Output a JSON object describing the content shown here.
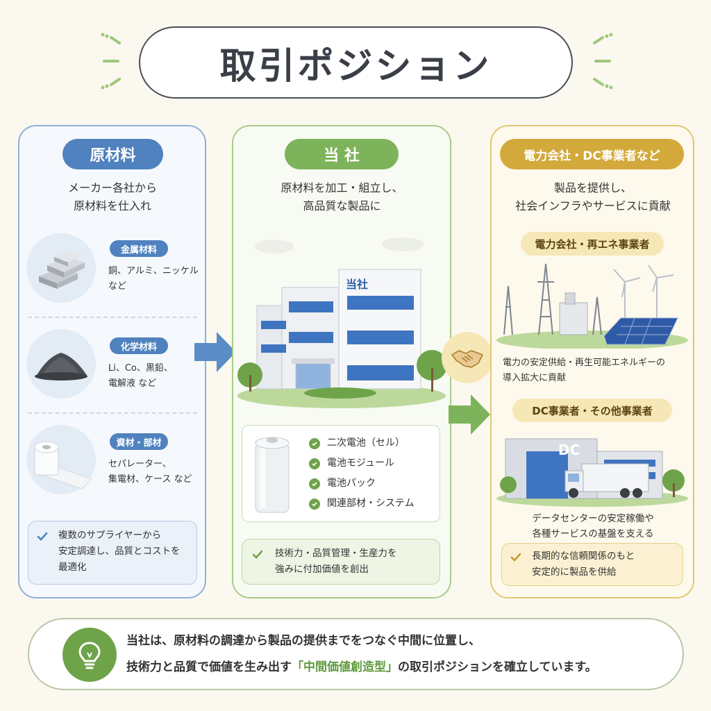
{
  "title": "取引ポジション",
  "columns": {
    "raw": {
      "label": "原材料",
      "desc_1": "メーカー各社から",
      "desc_2": "原材料を仕入れ",
      "items": [
        {
          "label": "金属材料",
          "text_1": "銅、アルミ、ニッケル",
          "text_2": "など"
        },
        {
          "label": "化学材料",
          "text_1": "Li、Co、黒鉛、",
          "text_2": "電解液 など"
        },
        {
          "label": "資材・部材",
          "text_1": "セパレーター、",
          "text_2": "集電材、ケース など"
        }
      ],
      "note_1": "複数のサプライヤーから",
      "note_2": "安定調達し、品質とコストを",
      "note_3": "最適化"
    },
    "company": {
      "label": "当 社",
      "desc_1": "原材料を加工・組立し、",
      "desc_2": "高品質な製品に",
      "building_sign": "当社",
      "products": [
        "二次電池（セル）",
        "電池モジュール",
        "電池パック",
        "関連部材・システム"
      ],
      "note_1": "技術力・品質管理・生産力を",
      "note_2": "強みに付加価値を創出"
    },
    "customers": {
      "label": "電力会社・DC事業者など",
      "desc_1": "製品を提供し、",
      "desc_2": "社会インフラやサービスに貢献",
      "power": {
        "label": "電力会社・再エネ事業者",
        "text_1": "電力の安定供給・再生可能エネルギーの",
        "text_2": "導入拡大に貢献"
      },
      "dc": {
        "label": "DC事業者・その他事業者",
        "sign": "DC",
        "text_1": "データセンターの安定稼働や",
        "text_2": "各種サービスの基盤を支える"
      },
      "note_1": "長期的な信頼関係のもと",
      "note_2": "安定的に製品を供給"
    }
  },
  "bottom": {
    "line_1": "当社は、原材料の調達から製品の提供までをつなぐ中間に位置し、",
    "line_2_pre": "技術力と品質で価値を生み出す",
    "line_2_hl": "「中間価値創造型」",
    "line_2_post": "の取引ポジションを確立しています。"
  },
  "colors": {
    "blue": "#4f82be",
    "green": "#7db35a",
    "gold": "#d3a93b"
  },
  "icons": [
    "check-icon",
    "handshake-icon",
    "lightbulb-icon",
    "arrow-right-icon"
  ]
}
